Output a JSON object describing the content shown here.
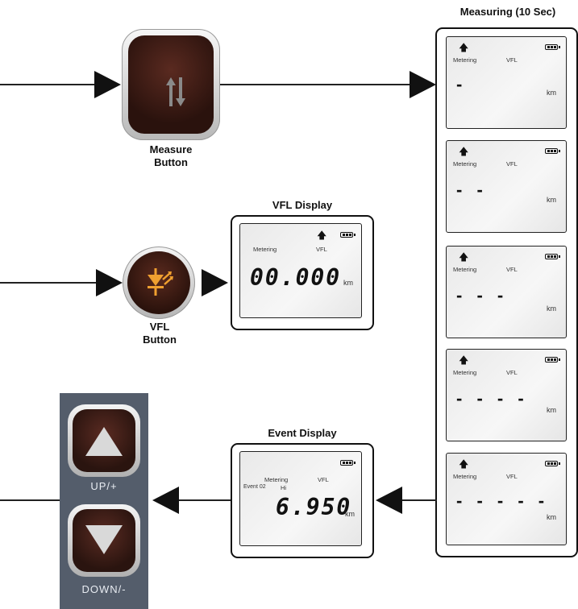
{
  "measure_button": {
    "caption_line1": "Measure",
    "caption_line2": "Button"
  },
  "vfl_button": {
    "caption_line1": "VFL",
    "caption_line2": "Button"
  },
  "vfl_display": {
    "title": "VFL Display",
    "metering": "Metering",
    "vfl": "VFL",
    "value": "00.000",
    "unit": "km"
  },
  "event_display": {
    "title": "Event Display",
    "metering": "Metering",
    "vfl": "VFL",
    "event": "Event 02",
    "hi": "Hi",
    "value": "6.950",
    "unit": "km"
  },
  "measuring": {
    "title": "Measuring (10 Sec)",
    "screens": [
      {
        "metering": "Metering",
        "vfl": "VFL",
        "dashes": "-",
        "unit": "km"
      },
      {
        "metering": "Metering",
        "vfl": "VFL",
        "dashes": "- -",
        "unit": "km"
      },
      {
        "metering": "Metering",
        "vfl": "VFL",
        "dashes": "- - -",
        "unit": "km"
      },
      {
        "metering": "Metering",
        "vfl": "VFL",
        "dashes": "- - - -",
        "unit": "km"
      },
      {
        "metering": "Metering",
        "vfl": "VFL",
        "dashes": "- - - - -",
        "unit": "km"
      }
    ]
  },
  "updown_panel": {
    "up_label": "UP/+",
    "down_label": "DOWN/-"
  },
  "colors": {
    "button_face": "#3a1a14",
    "panel": "#545d6b",
    "vfl_icon": "#f0a030",
    "measure_glyph": "#8a8a8a"
  }
}
